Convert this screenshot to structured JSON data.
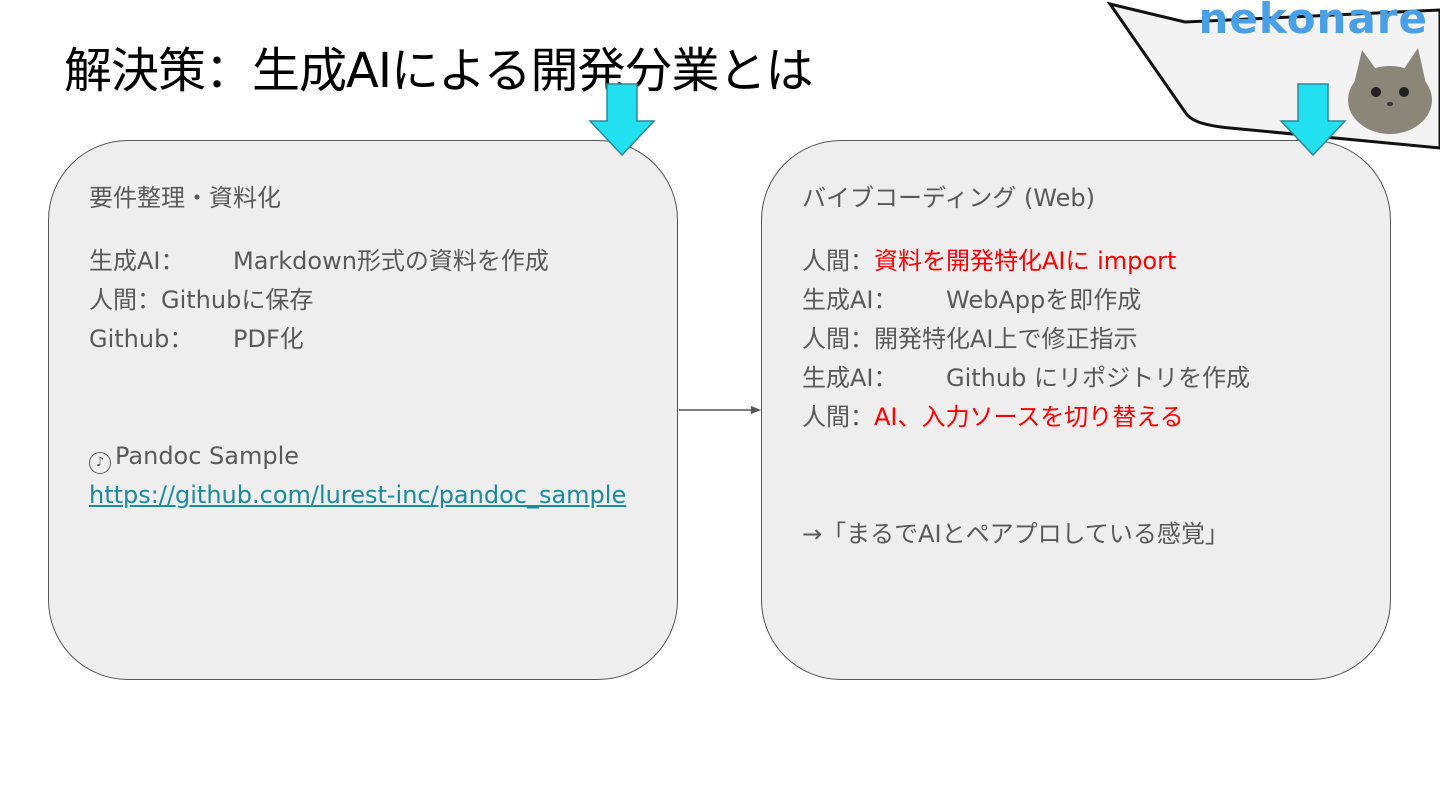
{
  "slide": {
    "title": "解決策：生成AIによる開発分業とは"
  },
  "left_card": {
    "heading": "要件整理・資料化",
    "rows": [
      {
        "role": "生成AI：",
        "text": "Markdown形式の資料を作成"
      },
      {
        "role": "人間：",
        "text": "Githubに保存"
      },
      {
        "role": "Github：",
        "text": "PDF化"
      }
    ],
    "sample_label": "Pandoc Sample",
    "sample_icon": "music-note-icon",
    "link_text": "https://github.com/lurest-inc/pandoc_sample"
  },
  "right_card": {
    "heading": "バイブコーディング (Web)",
    "rows": [
      {
        "role": "人間：",
        "text": "資料を開発特化AIに import",
        "highlight": true
      },
      {
        "role": "生成AI：",
        "text": "WebAppを即作成",
        "highlight": false
      },
      {
        "role": "人間：",
        "text": "開発特化AI上で修正指示",
        "highlight": false
      },
      {
        "role": "生成AI：",
        "text": "Github にリポジトリを作成",
        "highlight": false
      },
      {
        "role": "人間：",
        "text": "AI、入力ソースを切り替える",
        "highlight": true
      }
    ],
    "summary": "→「まるでAIとペアプロしている感覚」"
  },
  "brand": {
    "logo_text": "nekonare",
    "logo_color": "#4aa0e6"
  },
  "colors": {
    "card_bg": "#eeeeee",
    "card_border": "#555555",
    "arrow_fill": "#22e0f0",
    "highlight": "#ff0000",
    "link": "#1a8a9e"
  }
}
